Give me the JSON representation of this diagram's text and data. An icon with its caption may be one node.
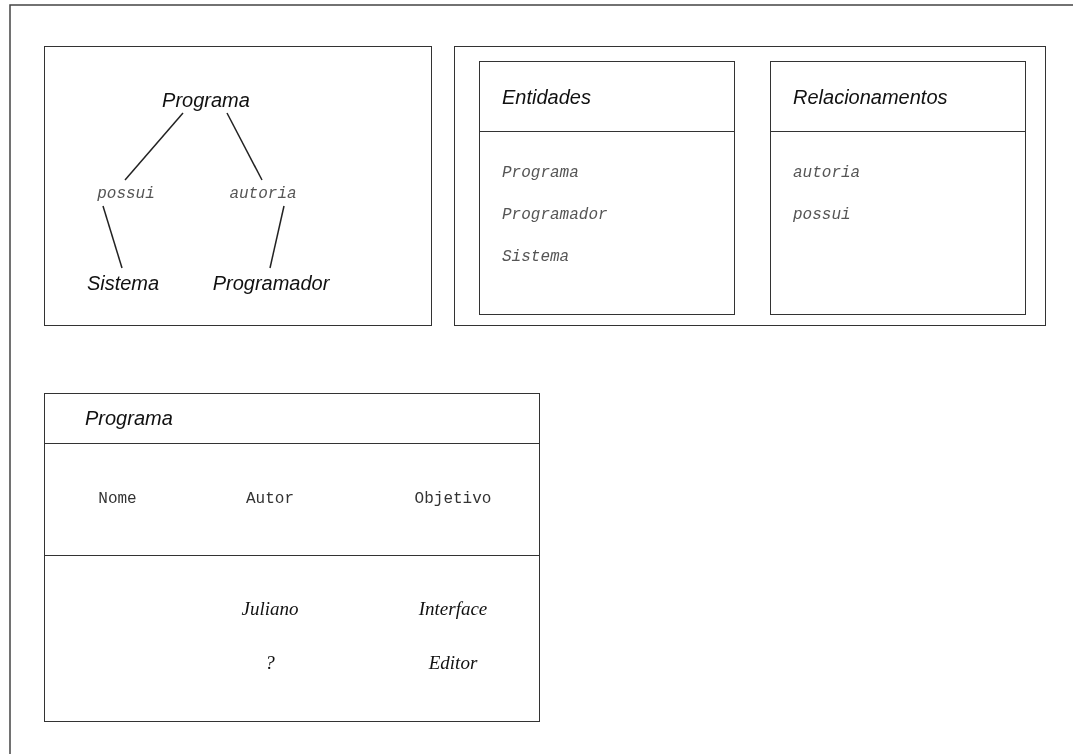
{
  "diagram": {
    "nodes": [
      {
        "text": [],
        "shape": "box"
      },
      {
        "text": [
          "Programa"
        ],
        "in": 0
      },
      {
        "text": [
          "possui"
        ],
        "in": 0
      },
      {
        "text": [
          "autoria"
        ],
        "in": 0
      },
      {
        "text": [
          "Sistema"
        ],
        "in": 0
      },
      {
        "text": [
          "Programador"
        ],
        "in": 0
      },
      {
        "text": [],
        "shape": "box"
      },
      {
        "text": [
          "Entidades",
          "Programa",
          "Programador",
          "Sistema"
        ],
        "in": 6
      },
      {
        "text": [
          "Relacionamentos",
          "autoria",
          "possui"
        ],
        "in": 6
      },
      {
        "text": [
          "Programa",
          "Nome",
          "Autor",
          "Objetivo",
          "Juliano",
          "Interface",
          "?",
          "Editor"
        ]
      }
    ],
    "edges": [
      {
        "from": 1,
        "to": 2,
        "arrow": "none"
      },
      {
        "from": 1,
        "to": 3,
        "arrow": "none"
      },
      {
        "from": 2,
        "to": 4,
        "arrow": "none"
      },
      {
        "from": 3,
        "to": 5,
        "arrow": "none"
      }
    ]
  }
}
